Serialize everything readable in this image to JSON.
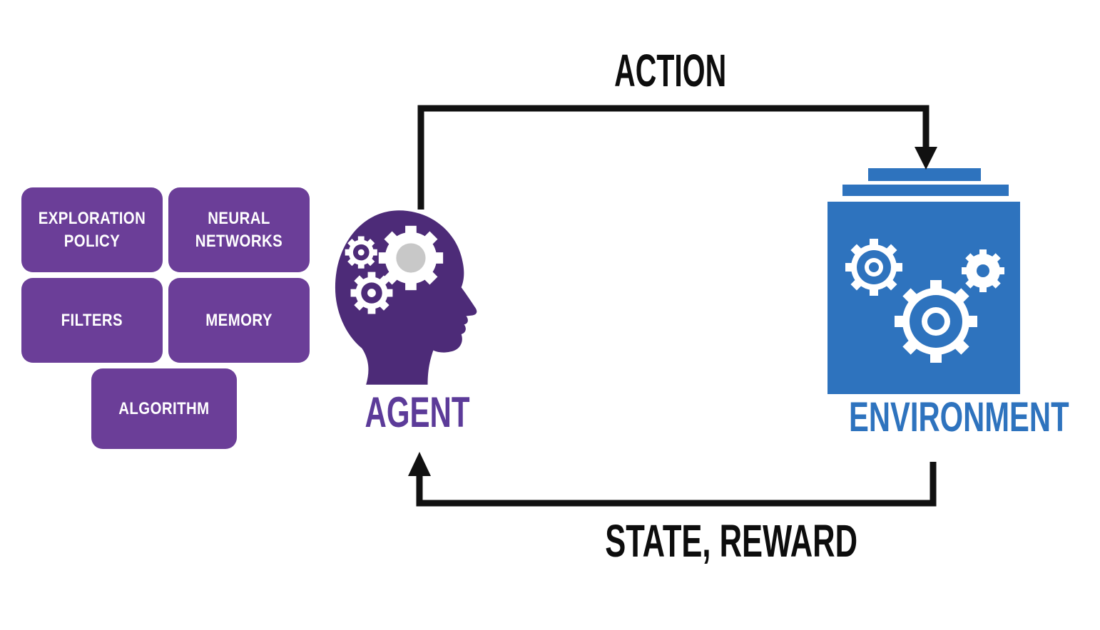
{
  "diagram": {
    "arrows": {
      "top_label": "ACTION",
      "bottom_label": "STATE, REWARD"
    },
    "agent": {
      "label": "AGENT",
      "icon": "head-with-gears-icon"
    },
    "environment": {
      "label": "ENVIRONMENT",
      "icon": "box-with-gears-icon"
    },
    "components": [
      {
        "label": "EXPLORATION POLICY"
      },
      {
        "label": "NEURAL NETWORKS"
      },
      {
        "label": "FILTERS"
      },
      {
        "label": "MEMORY"
      },
      {
        "label": "ALGORITHM"
      }
    ],
    "colors": {
      "component_box": "#6B3E98",
      "agent_icon": "#4D2B78",
      "agent_label": "#5C3B99",
      "environment": "#2E73BE",
      "arrow": "#111111",
      "background": "#FFFFFF"
    }
  }
}
